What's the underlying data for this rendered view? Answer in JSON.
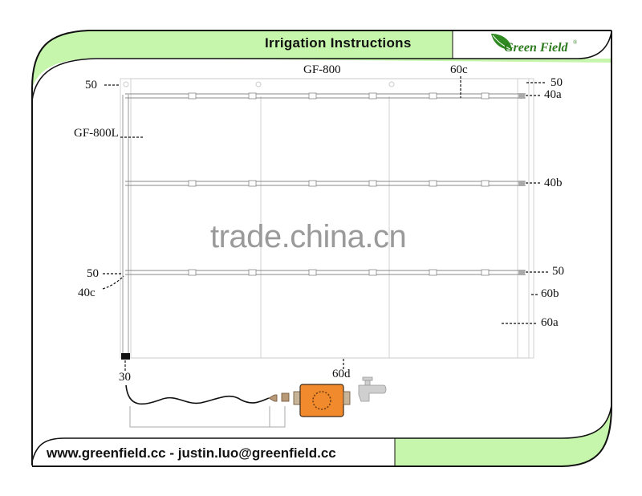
{
  "header": {
    "title": "Irrigation  Instructions",
    "logo_text": "Green Field",
    "logo_mark": "®",
    "accent_color": "#c6f5ac"
  },
  "diagram": {
    "model_top": "GF-800",
    "model_side": "GF-800L",
    "labels": {
      "top_left_50": "50",
      "top_right_50": "50",
      "c60": "60c",
      "a40": "40a",
      "b40": "40b",
      "mid_left_50": "50",
      "c40": "40c",
      "mid_right_50": "50",
      "b60": "60b",
      "a60": "60a",
      "n30": "30",
      "d60": "60d"
    }
  },
  "watermark": "trade.china.cn",
  "footer": {
    "contact": "www.greenfield.cc - justin.luo@greenfield.cc"
  },
  "colors": {
    "frame_green": "#c6f5ac",
    "pump_orange": "#f08a2c",
    "logo_green": "#2d7a1f"
  }
}
